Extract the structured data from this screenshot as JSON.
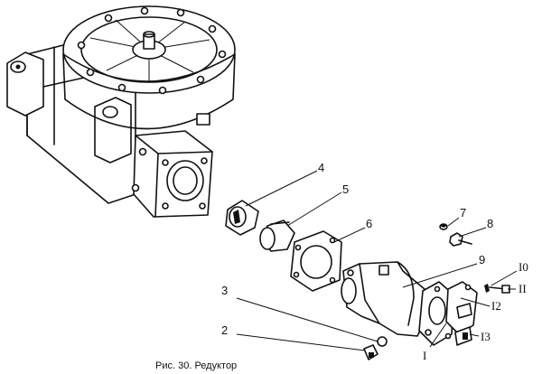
{
  "caption": "Рис. 30. Редуктор",
  "callouts": {
    "c1": "I",
    "c2": "2",
    "c3": "3",
    "c4": "4",
    "c5": "5",
    "c6": "6",
    "c7": "7",
    "c8": "8",
    "c9": "9",
    "c10": "I0",
    "c11": "II",
    "c12": "I2",
    "c13": "I3"
  }
}
